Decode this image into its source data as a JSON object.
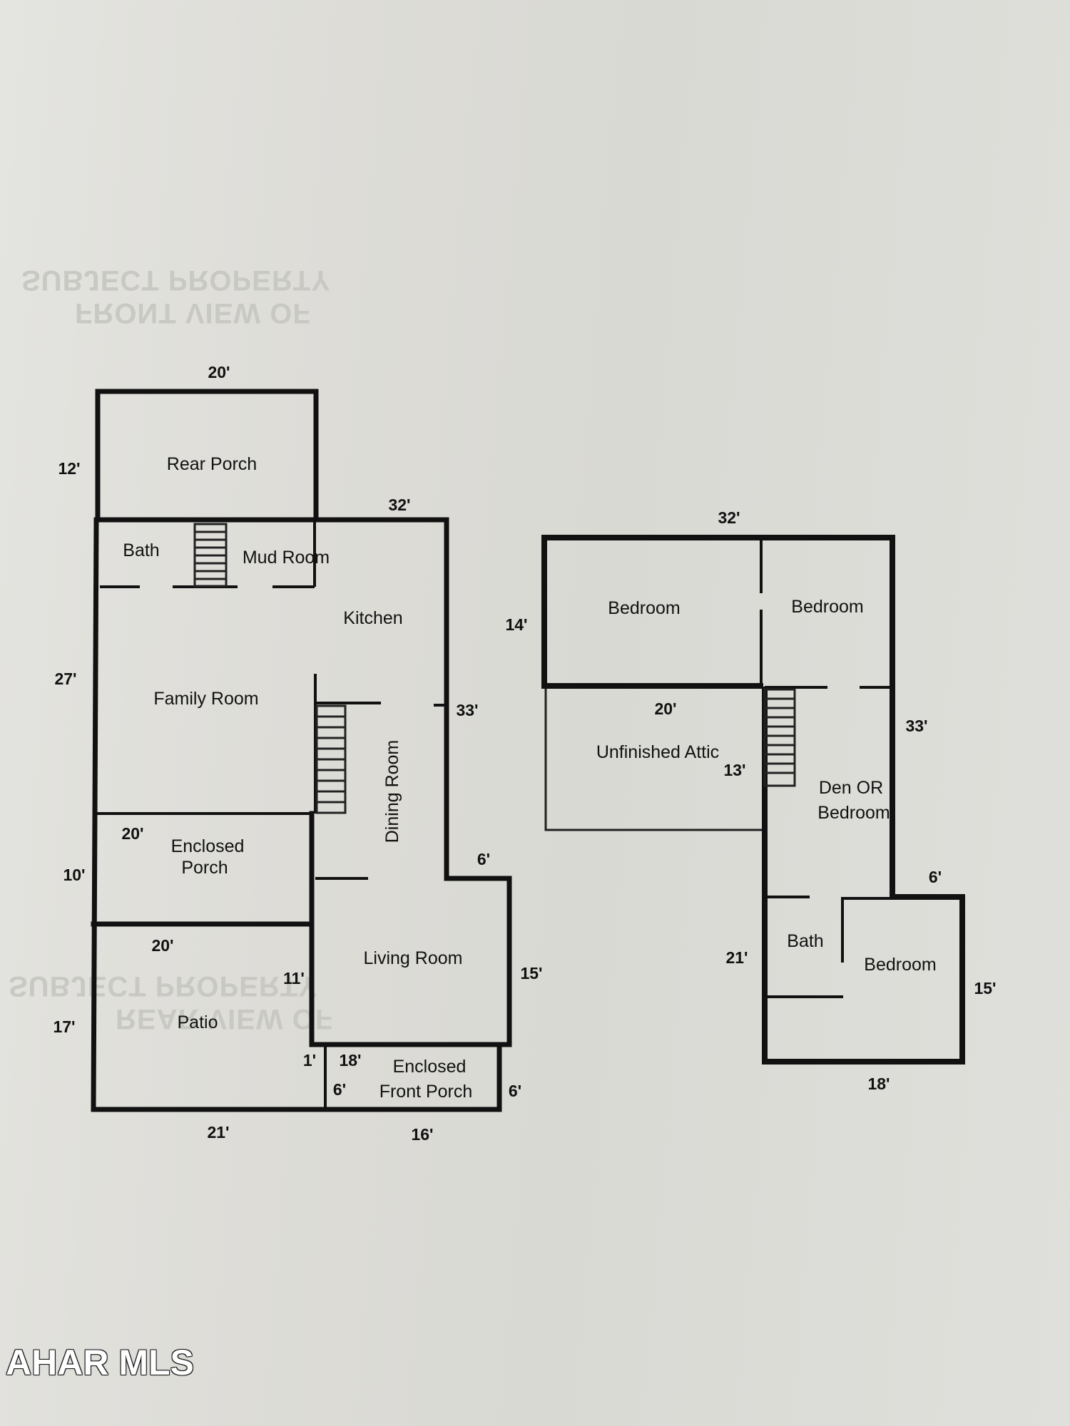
{
  "watermark": "AHAR MLS",
  "ghost_text": {
    "top_line1": "FRONT VIEW OF",
    "top_line2": "SUBJECT PROPERTY",
    "bottom_line1": "REAR VIEW OF",
    "bottom_line2": "SUBJECT PROPERTY"
  },
  "first_floor": {
    "rooms": {
      "rear_porch": "Rear Porch",
      "bath": "Bath",
      "mud_room": "Mud Room",
      "kitchen": "Kitchen",
      "family_room": "Family Room",
      "dining_room": "Dining Room",
      "enclosed_porch_line1": "Enclosed",
      "enclosed_porch_line2": "Porch",
      "living_room": "Living Room",
      "patio": "Patio",
      "front_porch_line1": "Enclosed",
      "front_porch_line2": "Front Porch"
    },
    "dimensions": {
      "rear_porch_width": "20'",
      "rear_porch_depth": "12'",
      "main_width": "32'",
      "left_side": "27'",
      "right_side": "33'",
      "enclosed_porch_width": "20'",
      "enclosed_porch_depth": "10'",
      "bump_width": "6'",
      "living_depth": "15'",
      "patio_width": "20'",
      "patio_inner": "11'",
      "patio_depth": "17'",
      "patio_bottom": "21'",
      "front_porch_width": "18'",
      "front_porch_offset": "1'",
      "front_porch_left": "6'",
      "front_porch_right": "6'",
      "front_porch_bottom": "16'"
    }
  },
  "second_floor": {
    "rooms": {
      "bedroom_1": "Bedroom",
      "bedroom_2": "Bedroom",
      "attic": "Unfinished Attic",
      "den_line1": "Den OR",
      "den_line2": "Bedroom",
      "bath": "Bath",
      "bedroom_3": "Bedroom"
    },
    "dimensions": {
      "top_width": "32'",
      "left_depth": "14'",
      "attic_width": "20'",
      "attic_depth": "13'",
      "right_side": "33'",
      "bump_width": "6'",
      "left_lower": "21'",
      "bedroom_depth": "15'",
      "bottom_width": "18'"
    }
  }
}
